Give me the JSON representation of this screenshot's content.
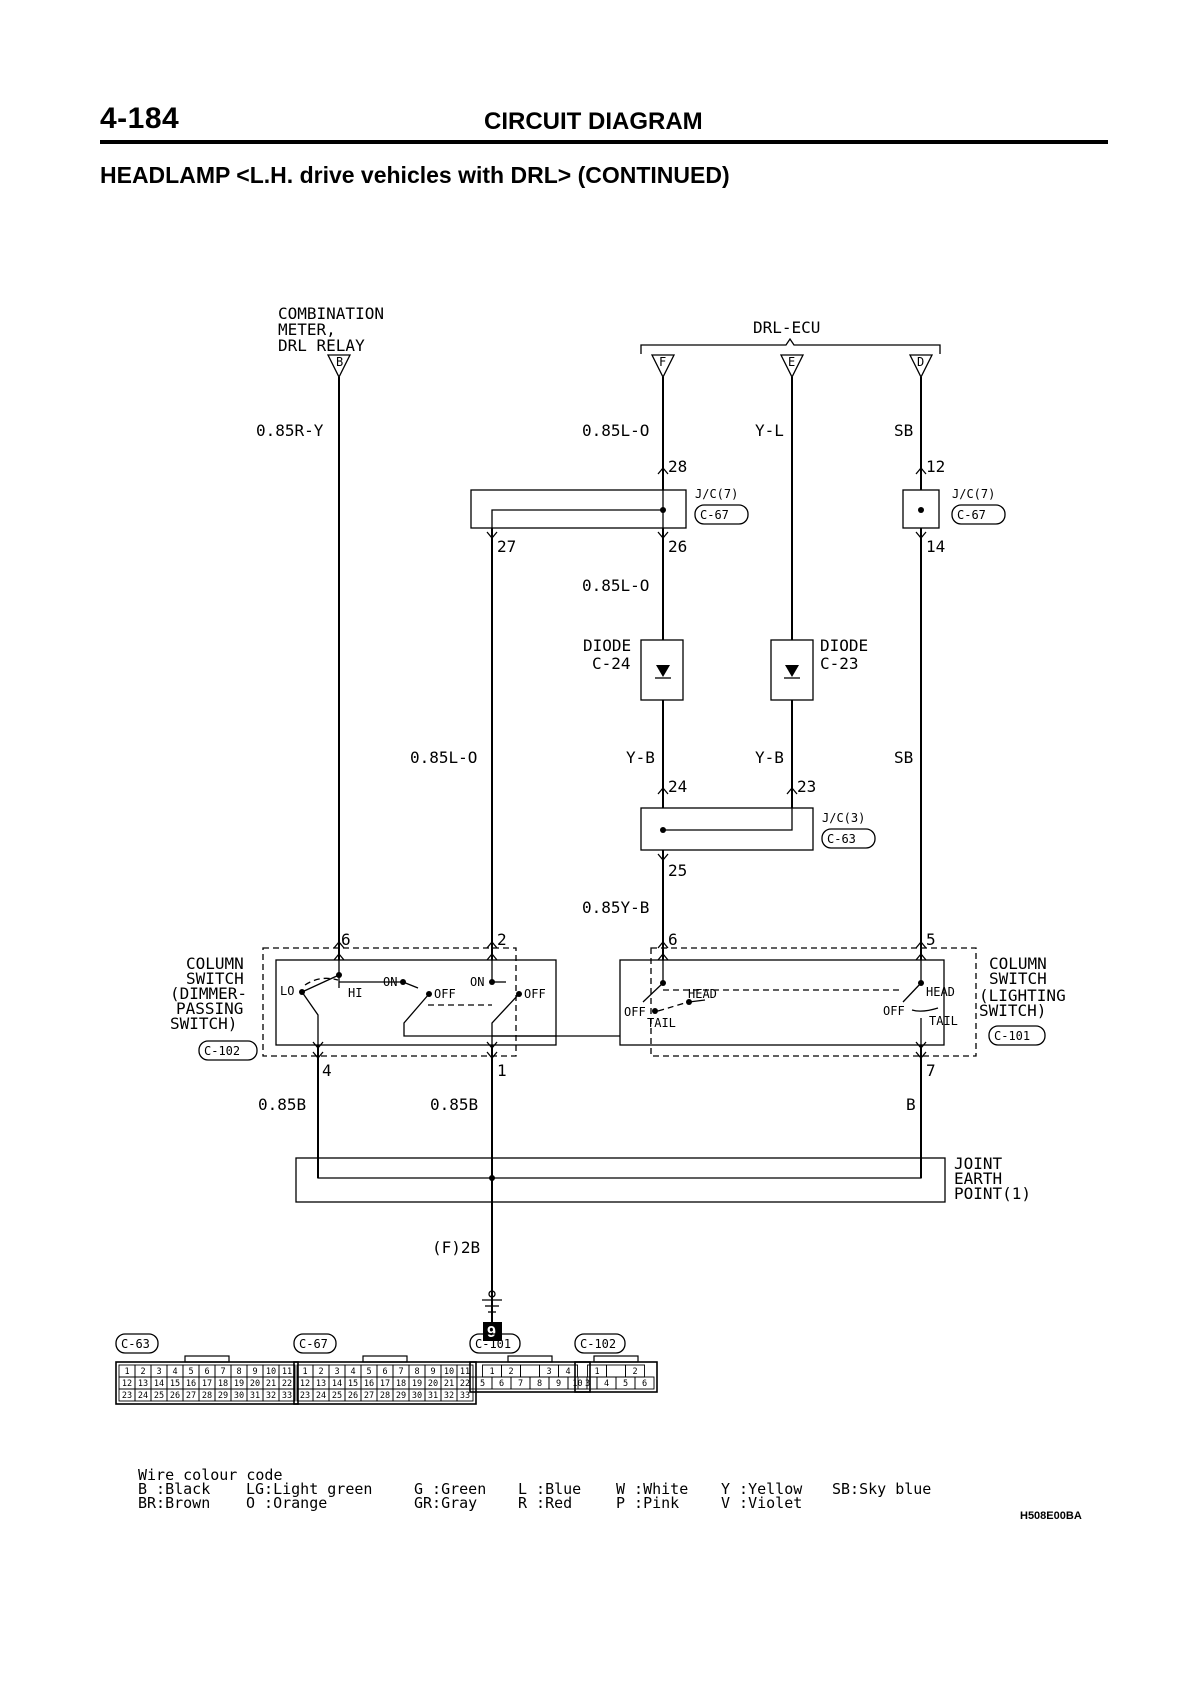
{
  "header": {
    "page_number": "4-184",
    "section_title": "CIRCUIT DIAGRAM",
    "subtitle": "HEADLAMP <L.H. drive vehicles with DRL> (CONTINUED)"
  },
  "components": {
    "combination_meter": {
      "line1": "COMBINATION",
      "line2": "METER,",
      "line3": "DRL RELAY",
      "terminal": "B"
    },
    "drl_ecu": {
      "label": "DRL-ECU",
      "terminals": [
        "F",
        "E",
        "D"
      ]
    },
    "jc7_left": {
      "label": "J/C(7)",
      "connector": "C-67",
      "pins": [
        "28",
        "27",
        "26"
      ]
    },
    "jc7_right": {
      "label": "J/C(7)",
      "connector": "C-67",
      "pins": [
        "12",
        "14"
      ]
    },
    "diode_c24": {
      "line1": "DIODE",
      "line2": "C-24"
    },
    "diode_c23": {
      "line1": "DIODE",
      "line2": "C-23"
    },
    "jc3": {
      "label": "J/C(3)",
      "connector": "C-63",
      "pins": [
        "24",
        "23",
        "25"
      ]
    },
    "dimmer_switch": {
      "lines": [
        "COLUMN",
        "SWITCH",
        "(DIMMER-",
        "PASSING",
        "SWITCH)"
      ],
      "connector": "C-102",
      "pins": [
        "6",
        "2",
        "4",
        "1"
      ],
      "positions": {
        "lo": "LO",
        "hi": "HI",
        "on1": "ON",
        "off1": "OFF",
        "on2": "ON",
        "off2": "OFF"
      }
    },
    "lighting_switch": {
      "lines": [
        "COLUMN",
        "SWITCH",
        "(LIGHTING",
        "SWITCH)"
      ],
      "connector": "C-101",
      "pins": [
        "6",
        "5",
        "7"
      ],
      "positions": {
        "head1": "HEAD",
        "off1": "OFF",
        "tail1": "TAIL",
        "head2": "HEAD",
        "off2": "OFF",
        "tail2": "TAIL"
      }
    },
    "joint_earth": {
      "line1": "JOINT",
      "line2": "EARTH",
      "line3": "POINT(1)"
    },
    "earth": {
      "wire": "(F)2B",
      "number": "9"
    }
  },
  "wires": {
    "meter": "0.85R-Y",
    "ecu_f": "0.85L-O",
    "ecu_e": "Y-L",
    "ecu_d": "SB",
    "j26_down": "0.85L-O",
    "j27_down": "0.85L-O",
    "diode24_out": "Y-B",
    "diode23_out": "Y-B",
    "sb_lower": "SB",
    "jc3_out": "0.85Y-B",
    "dimmer4": "0.85B",
    "dimmer1": "0.85B",
    "lighting7": "B"
  },
  "connector_views": [
    {
      "id": "C-63",
      "rows": [
        [
          "1",
          "2",
          "3",
          "4",
          "5",
          "6",
          "7",
          "8",
          "9",
          "10",
          "11"
        ],
        [
          "12",
          "13",
          "14",
          "15",
          "16",
          "17",
          "18",
          "19",
          "20",
          "21",
          "22"
        ],
        [
          "23",
          "24",
          "25",
          "26",
          "27",
          "28",
          "29",
          "30",
          "31",
          "32",
          "33"
        ]
      ]
    },
    {
      "id": "C-67",
      "rows": [
        [
          "1",
          "2",
          "3",
          "4",
          "5",
          "6",
          "7",
          "8",
          "9",
          "10",
          "11"
        ],
        [
          "12",
          "13",
          "14",
          "15",
          "16",
          "17",
          "18",
          "19",
          "20",
          "21",
          "22"
        ],
        [
          "23",
          "24",
          "25",
          "26",
          "27",
          "28",
          "29",
          "30",
          "31",
          "32",
          "33"
        ]
      ]
    },
    {
      "id": "C-101",
      "rows": [
        [
          "1",
          "2",
          "",
          "3",
          "4"
        ],
        [
          "5",
          "6",
          "7",
          "8",
          "9",
          "10"
        ]
      ]
    },
    {
      "id": "C-102",
      "rows": [
        [
          "1",
          "",
          "2"
        ],
        [
          "3",
          "4",
          "5",
          "6"
        ]
      ]
    }
  ],
  "wire_colour_code": {
    "title": "Wire colour code",
    "col1": [
      "B :Black",
      "BR:Brown"
    ],
    "col2": [
      "LG:Light green",
      "O :Orange"
    ],
    "col3": [
      "G :Green",
      "GR:Gray"
    ],
    "col4": [
      "L :Blue",
      "R :Red"
    ],
    "col5": [
      "W :White",
      "P :Pink"
    ],
    "col6": [
      "Y :Yellow",
      "V :Violet"
    ],
    "col7": [
      "SB:Sky blue"
    ]
  },
  "figure_code": "H508E00BA"
}
